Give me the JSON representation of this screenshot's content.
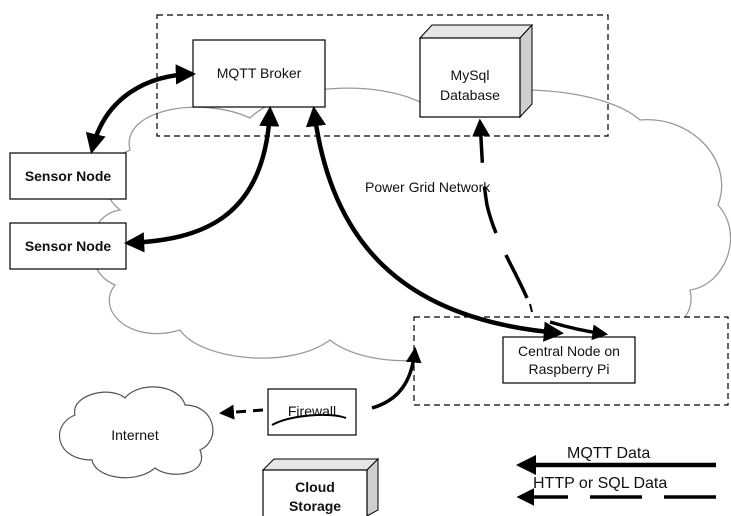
{
  "nodes": {
    "mqtt_broker": "MQTT Broker",
    "mysql_db": [
      "MySql",
      "Database"
    ],
    "power_grid": "Power Grid Network",
    "sensor_node_1": "Sensor Node",
    "sensor_node_2": "Sensor Node",
    "central_node": [
      "Central Node on",
      "Raspberry Pi"
    ],
    "internet": "Internet",
    "firewall": "Firewall",
    "cloud_storage": [
      "Cloud",
      "Storage"
    ]
  },
  "legend": {
    "mqtt": "MQTT Data",
    "http_sql": "HTTP or SQL Data"
  },
  "colors": {
    "line": "#000000",
    "cloud_fill": "#ffffff",
    "cloud_stroke": "#9a9a9a",
    "box_shade": "#dcdcdc"
  }
}
